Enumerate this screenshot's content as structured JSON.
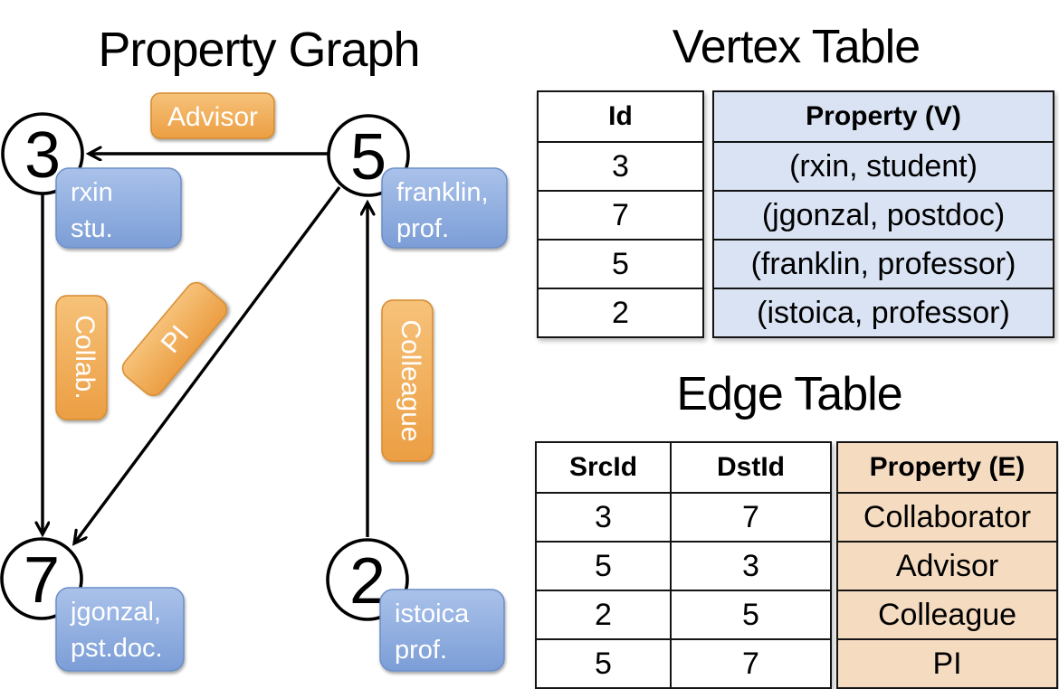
{
  "colors": {
    "orange-light": "#F6C279",
    "orange-dark": "#EC9E43",
    "orange-border": "#D68B2F",
    "blue-light": "#AAC2EA",
    "blue-dark": "#7B9DD6",
    "blue-border": "#6C8EC6",
    "table-blue": "#DAE3F3",
    "table-orange": "#F5DCC1"
  },
  "graph": {
    "title": "Property Graph",
    "nodes": [
      {
        "id": "3",
        "label_lines": [
          "rxin",
          "stu."
        ]
      },
      {
        "id": "5",
        "label_lines": [
          "franklin,",
          "prof."
        ]
      },
      {
        "id": "7",
        "label_lines": [
          "jgonzal,",
          "pst.doc."
        ]
      },
      {
        "id": "2",
        "label_lines": [
          "istoica",
          "prof."
        ]
      }
    ],
    "edge_labels": {
      "advisor": "Advisor",
      "collab": "Collab.",
      "pi": "PI",
      "colleague": "Colleague"
    }
  },
  "vertex_table": {
    "title": "Vertex Table",
    "columns": {
      "id": "Id",
      "property": "Property (V)"
    },
    "rows": [
      {
        "id": "3",
        "property": "(rxin, student)"
      },
      {
        "id": "7",
        "property": "(jgonzal, postdoc)"
      },
      {
        "id": "5",
        "property": "(franklin, professor)"
      },
      {
        "id": "2",
        "property": "(istoica, professor)"
      }
    ]
  },
  "edge_table": {
    "title": "Edge Table",
    "columns": {
      "src": "SrcId",
      "dst": "DstId",
      "property": "Property (E)"
    },
    "rows": [
      {
        "src": "3",
        "dst": "7",
        "property": "Collaborator"
      },
      {
        "src": "5",
        "dst": "3",
        "property": "Advisor"
      },
      {
        "src": "2",
        "dst": "5",
        "property": "Colleague"
      },
      {
        "src": "5",
        "dst": "7",
        "property": "PI"
      }
    ]
  }
}
